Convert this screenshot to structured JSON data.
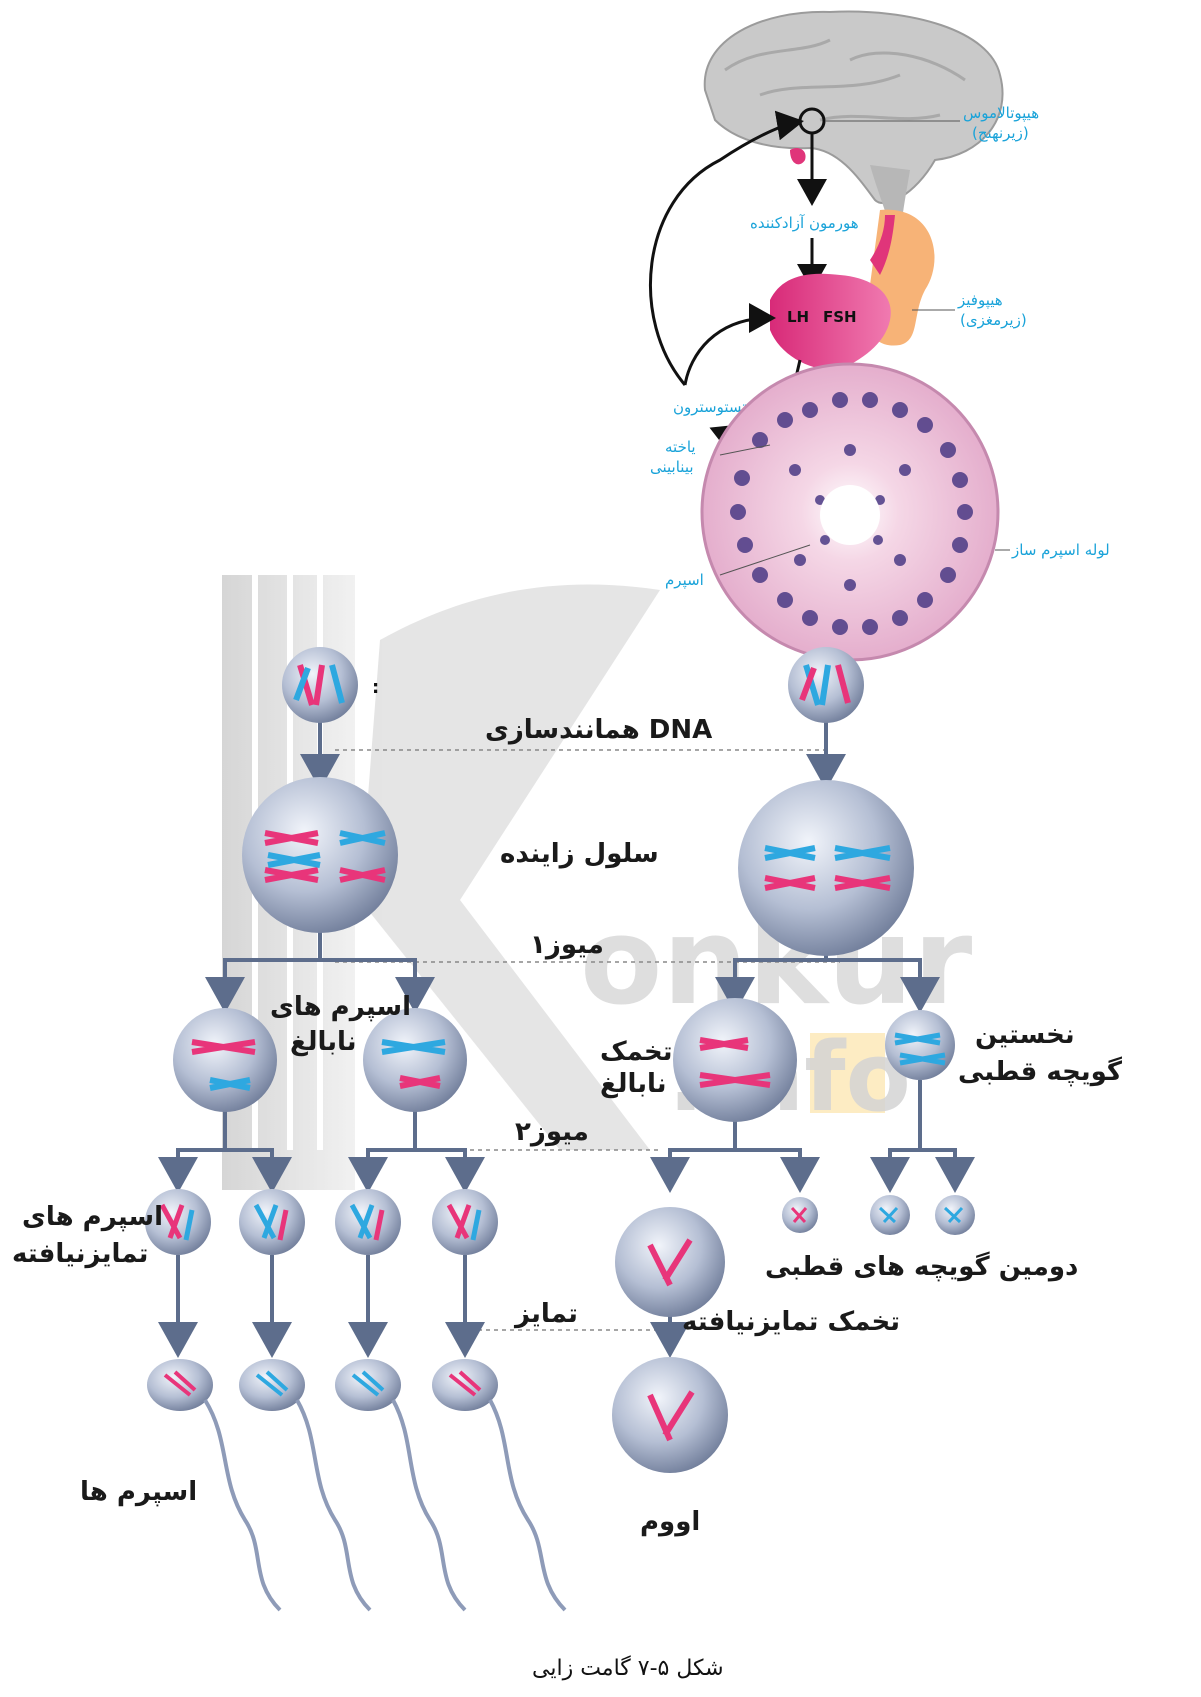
{
  "top_diagram": {
    "hypothalamus": "هیپوتالاموس",
    "hypothalamus_sub": "(زیرنهنج)",
    "releasing_hormone": "هورمون آزادکننده",
    "pituitary": "هیپوفیز",
    "pituitary_sub": "(زیرمغزی)",
    "lh": "LH",
    "fsh": "FSH",
    "testosterone": "تستوسترون",
    "leydig_1": "یاخته",
    "leydig_2": "بینابینی",
    "seminiferous": "لوله اسپرم ساز",
    "sperm": "اسپرم"
  },
  "meiosis_diagram": {
    "dna_replication": "همانندسازی DNA",
    "germ_cell": "سلول زاینده",
    "meiosis1": "میوز۱",
    "immature_sperm_1": "اسپرم های",
    "immature_sperm_2": "نابالغ",
    "immature_egg_1": "تخمک",
    "immature_egg_2": "نابالغ",
    "first_polar_1": "نخستین",
    "first_polar_2": "گویچه قطبی",
    "meiosis2": "میوز۲",
    "undiff_sperm_1": "اسپرم های",
    "undiff_sperm_2": "تمایزنیافته",
    "second_polar": "دومین گویچه های قطبی",
    "undiff_egg": "تخمک تمایزنیافته",
    "differentiation": "تمایز",
    "sperms": "اسپرم ها",
    "ovum": "اووم",
    "colon": ":"
  },
  "watermark": {
    "brand": "onkur",
    "suffix": ".info"
  },
  "caption": "شکل ۵-۷ گامت زایی",
  "colors": {
    "blue_label": "#1aa3d9",
    "chrom_pink": "#e8357a",
    "chrom_blue": "#2ea8e0",
    "cell": "#8e9bb8"
  }
}
